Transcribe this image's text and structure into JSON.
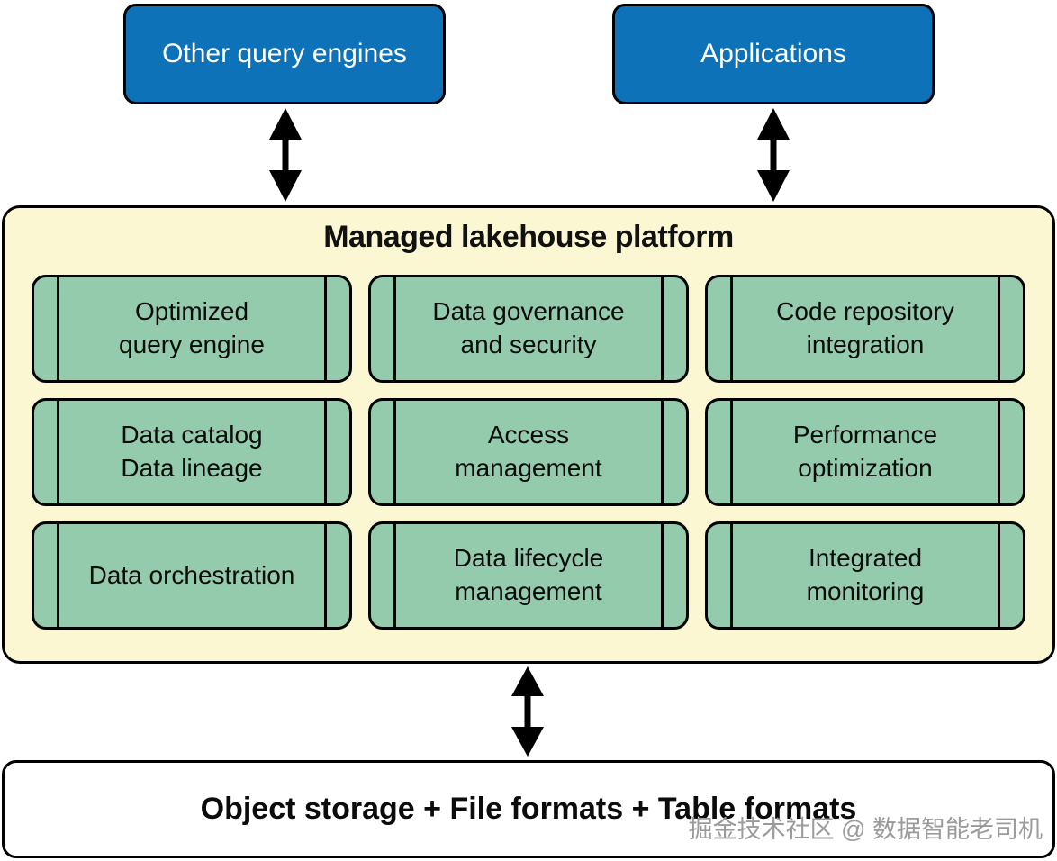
{
  "colors": {
    "node_blue": "#0e72b8",
    "platform_yellow": "#fbf7d2",
    "component_green": "#94cbad",
    "outline_black": "#000000",
    "watermark_gray": "#9b9b9b"
  },
  "icons": {
    "connector": "double-headed-vertical-arrow"
  },
  "top_nodes": [
    {
      "label": "Other query engines"
    },
    {
      "label": "Applications"
    }
  ],
  "platform": {
    "title": "Managed lakehouse platform",
    "components": [
      {
        "lines": [
          "Optimized",
          "query engine"
        ]
      },
      {
        "lines": [
          "Data governance",
          "and security"
        ]
      },
      {
        "lines": [
          "Code repository",
          "integration"
        ]
      },
      {
        "lines": [
          "Data catalog",
          "Data lineage"
        ]
      },
      {
        "lines": [
          "Access",
          "management"
        ]
      },
      {
        "lines": [
          "Performance",
          "optimization"
        ]
      },
      {
        "lines": [
          "Data orchestration"
        ]
      },
      {
        "lines": [
          "Data lifecycle",
          "management"
        ]
      },
      {
        "lines": [
          "Integrated",
          "monitoring"
        ]
      }
    ]
  },
  "storage_node": {
    "label": "Object storage + File formats + Table formats"
  },
  "watermark": "掘金技术社区 @ 数据智能老司机"
}
